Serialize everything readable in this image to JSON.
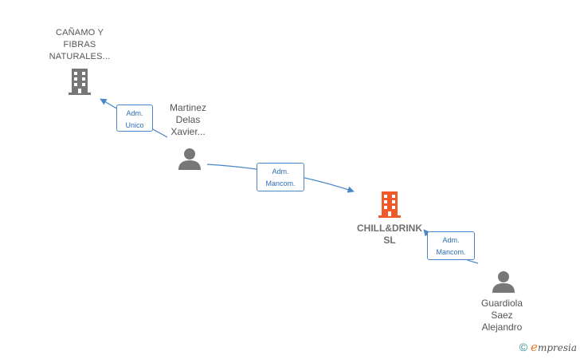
{
  "nodes": {
    "canamo": {
      "label": "CAÑAMO Y\nFIBRAS\nNATURALES...",
      "kind": "company",
      "color": "#777777"
    },
    "martinez": {
      "label": "Martinez\nDelas\nXavier...",
      "kind": "person",
      "color": "#777777"
    },
    "chill": {
      "label": "CHILL&DRINK\nSL",
      "kind": "company",
      "color": "#f05a28"
    },
    "guardiola": {
      "label": "Guardiola\nSaez\nAlejandro",
      "kind": "person",
      "color": "#777777"
    }
  },
  "edges": [
    {
      "from": "martinez",
      "to": "canamo",
      "label": "Adm.\nUnico"
    },
    {
      "from": "martinez",
      "to": "chill",
      "label": "Adm.\nMancom."
    },
    {
      "from": "guardiola",
      "to": "chill",
      "label": "Adm.\nMancom."
    }
  ],
  "brand": {
    "copyright": "©",
    "e": "e",
    "name": "mpresia"
  },
  "colors": {
    "edge": "#4a87c9"
  }
}
